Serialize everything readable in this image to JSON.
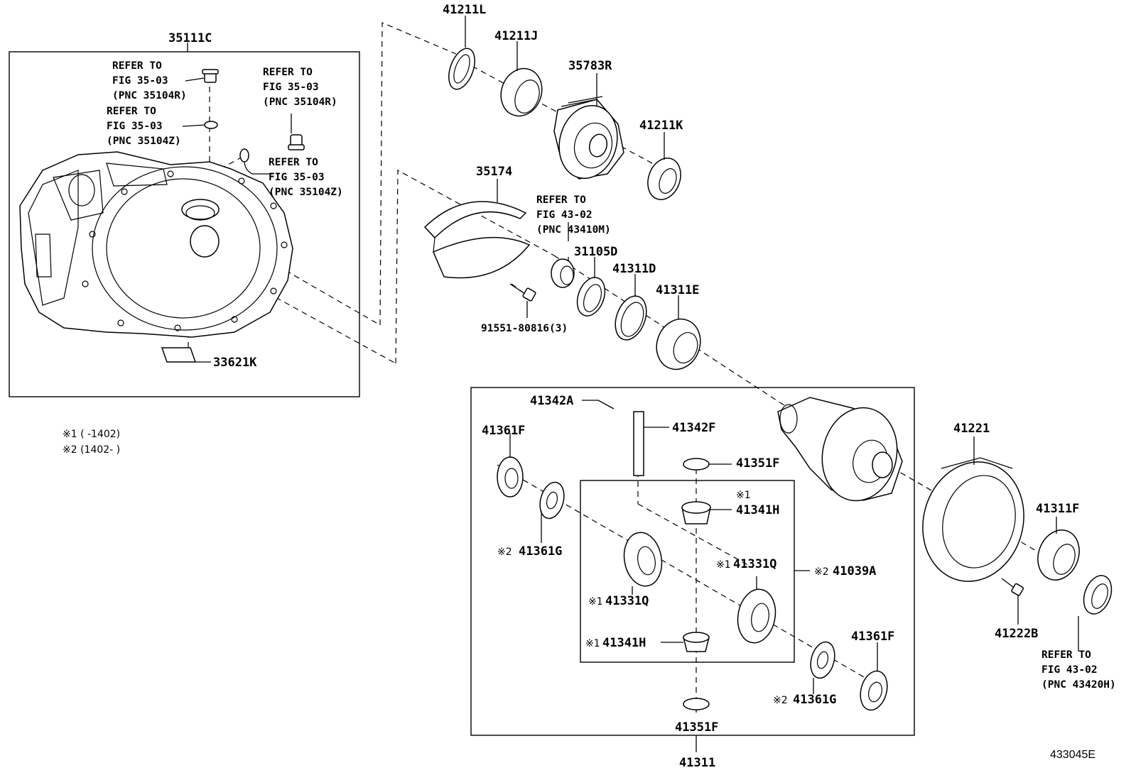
{
  "labels": {
    "housing": "35111C",
    "oil_seal_outer": "41211L",
    "bearing_outer": "41211J",
    "drive_gear": "35783R",
    "seal_right": "41211K",
    "oil_receiver": "35174",
    "bush": "31105D",
    "shim_d": "41311D",
    "bearing_e": "41311E",
    "bolt_receiver": "91551-80816(3)",
    "plate": "33621K",
    "pin": "41342A",
    "pinion_shaft": "41342F",
    "side_washer_left": "41361F",
    "thrust_washer_top": "41351F",
    "pinion_top": "41341H",
    "pinion_gear_right": "41331Q",
    "kit": "41039A",
    "shim_left": "41361G",
    "side_gear_left": "41331Q",
    "pinion_bottom": "41341H",
    "shim_right": "41361G",
    "side_washer_right": "41361F",
    "thrust_washer_bottom": "41351F",
    "diff_assy": "41311",
    "ring_gear": "41221",
    "bearing_f": "41311F",
    "ring_bolt": "41222B"
  },
  "marks": {
    "m1": "※1",
    "m2": "※2"
  },
  "refs": {
    "r1": {
      "line1": "REFER TO",
      "line2": "FIG 35-03",
      "line3": "(PNC 35104R)"
    },
    "r2": {
      "line1": "REFER TO",
      "line2": "FIG 35-03",
      "line3": "(PNC 35104Z)"
    },
    "r3": {
      "line1": "REFER TO",
      "line2": "FIG 35-03",
      "line3": "(PNC 35104R)"
    },
    "r4": {
      "line1": "REFER TO",
      "line2": "FIG 35-03",
      "line3": "(PNC 35104Z)"
    },
    "r5": {
      "line1": "REFER TO",
      "line2": "FIG 43-02",
      "line3": "(PNC 43410M)"
    },
    "r6": {
      "line1": "REFER TO",
      "line2": "FIG 43-02",
      "line3": "(PNC 43420H)"
    }
  },
  "legend": {
    "note1": "※1 (    -1402)",
    "note2": "※2 (1402-    )"
  },
  "figure_code": "433045E"
}
